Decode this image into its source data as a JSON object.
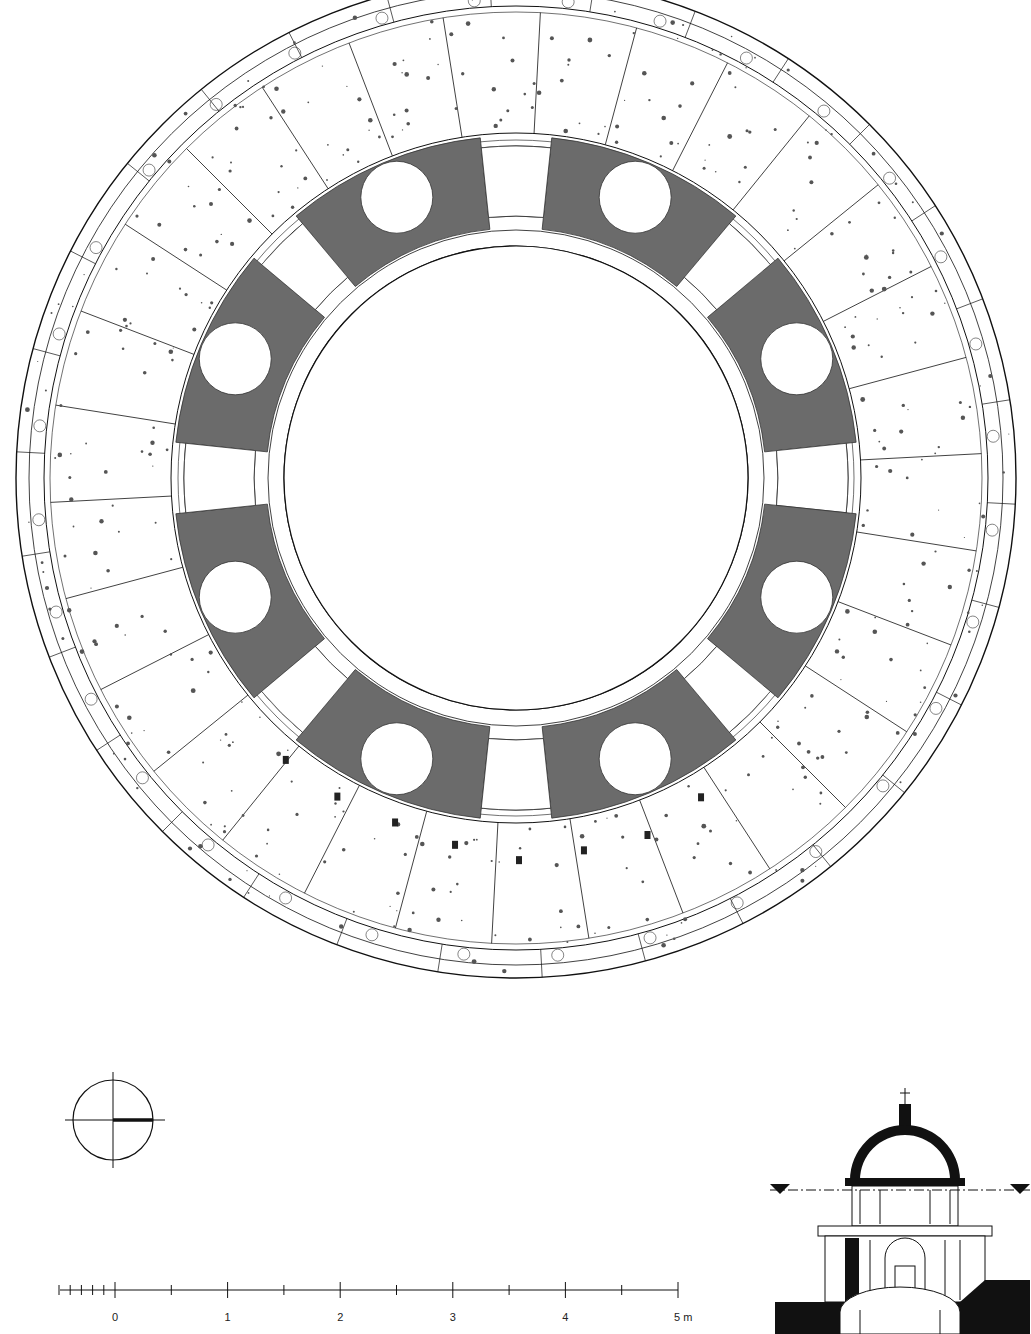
{
  "diagram": {
    "labels": [
      "0",
      "1",
      "2",
      "3",
      "4",
      "5 m"
    ]
  }
}
